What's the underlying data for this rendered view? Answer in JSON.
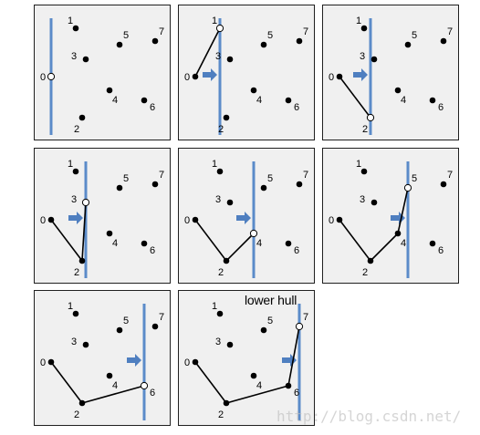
{
  "caption": "lower hull",
  "watermark": "http://blog.csdn.net/",
  "colors": {
    "panel_bg": "#f0f0f0",
    "sweep_line": "#5b8bc9",
    "arrow": "#4f7fc0",
    "point": "#000000",
    "hull_edge": "#000000"
  },
  "point_labels": [
    "0",
    "1",
    "2",
    "3",
    "4",
    "5",
    "6",
    "7"
  ],
  "steps": [
    {
      "sweep_at": 0,
      "edges": [],
      "arrow": false,
      "open_points": [
        0
      ]
    },
    {
      "sweep_at": 1,
      "edges": [
        [
          0,
          1
        ]
      ],
      "arrow": true,
      "open_points": [
        1
      ]
    },
    {
      "sweep_at": 2,
      "edges": [
        [
          0,
          2
        ]
      ],
      "arrow": true,
      "open_points": [
        2
      ]
    },
    {
      "sweep_at": 3,
      "edges": [
        [
          0,
          2
        ],
        [
          2,
          3
        ]
      ],
      "arrow": true,
      "open_points": [
        3
      ]
    },
    {
      "sweep_at": 4,
      "edges": [
        [
          0,
          2
        ],
        [
          2,
          4
        ]
      ],
      "arrow": true,
      "open_points": [
        4
      ]
    },
    {
      "sweep_at": 5,
      "edges": [
        [
          0,
          2
        ],
        [
          2,
          4
        ],
        [
          4,
          5
        ]
      ],
      "arrow": true,
      "open_points": [
        5
      ]
    },
    {
      "sweep_at": 6,
      "edges": [
        [
          0,
          2
        ],
        [
          2,
          6
        ]
      ],
      "arrow": true,
      "open_points": [
        6
      ]
    },
    {
      "sweep_at": 7,
      "edges": [
        [
          0,
          2
        ],
        [
          2,
          6
        ],
        [
          6,
          7
        ]
      ],
      "arrow": true,
      "open_points": [
        7
      ]
    }
  ]
}
